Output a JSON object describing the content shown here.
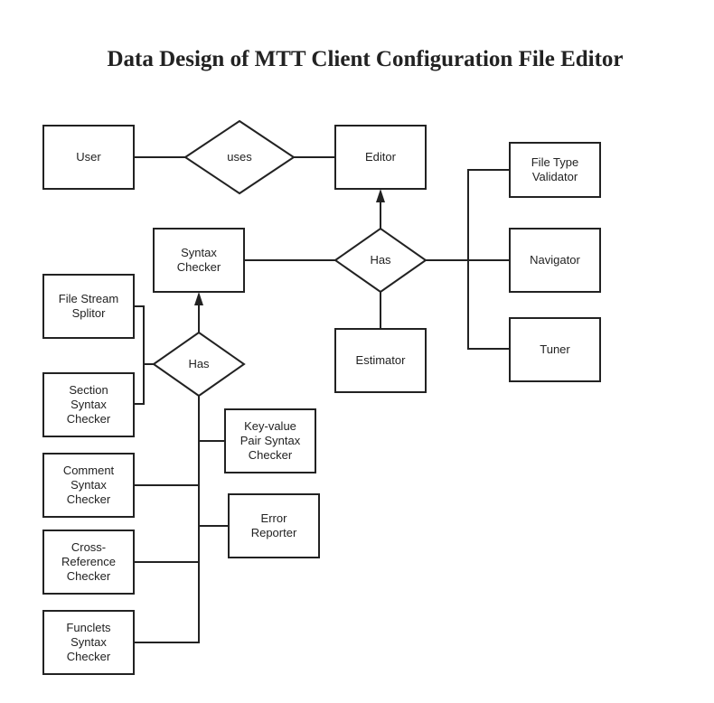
{
  "title": "Data Design of MTT Client Configuration File Editor",
  "entities": {
    "user": "User",
    "editor": "Editor",
    "syntax_checker": [
      "Syntax",
      "Checker"
    ],
    "file_type_validator": [
      "File Type",
      "Validator"
    ],
    "navigator": "Navigator",
    "tuner": "Tuner",
    "estimator": "Estimator",
    "file_stream_splitor": [
      "File Stream",
      "Splitor"
    ],
    "section_syntax_checker": [
      "Section",
      "Syntax",
      "Checker"
    ],
    "key_value_pair_syntax_checker": [
      "Key-value",
      "Pair Syntax",
      "Checker"
    ],
    "comment_syntax_checker": [
      "Comment",
      "Syntax",
      "Checker"
    ],
    "error_reporter": [
      "Error",
      "Reporter"
    ],
    "cross_reference_checker": [
      "Cross-",
      "Reference",
      "Checker"
    ],
    "funclets_syntax_checker": [
      "Funclets",
      "Syntax",
      "Checker"
    ]
  },
  "relationships": {
    "uses": "uses",
    "editor_has": "Has",
    "syntax_checker_has": "Has"
  },
  "colors": {
    "stroke": "#222222",
    "fill": "#ffffff",
    "text": "#222222"
  }
}
